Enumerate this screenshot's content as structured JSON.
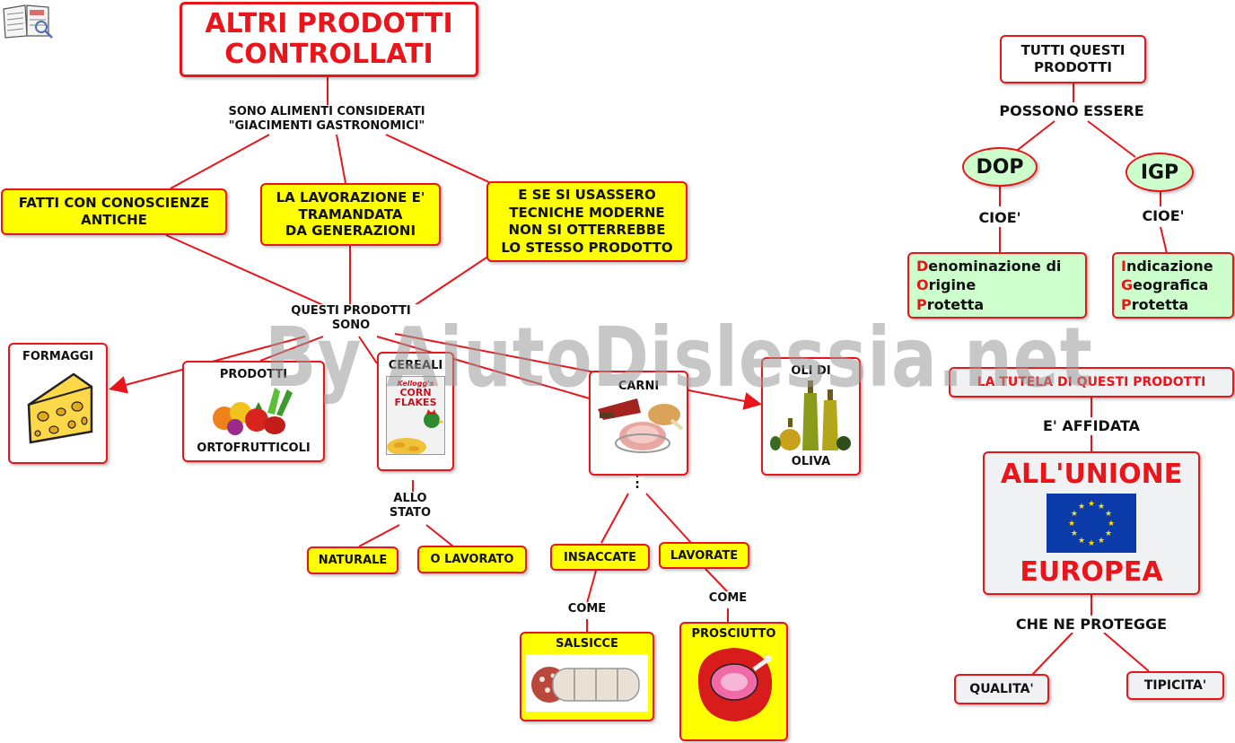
{
  "title": [
    "ALTRI PRODOTTI",
    "CONTROLLATI"
  ],
  "watermark": "By AiutoDislessia.net",
  "link_text_1": [
    "SONO ALIMENTI CONSIDERATI",
    "\"GIACIMENTI GASTRONOMICI\""
  ],
  "features": [
    [
      "FATTI CON CONOSCIENZE",
      "ANTICHE"
    ],
    [
      "LA LAVORAZIONE E'",
      "TRAMANDATA",
      "DA GENERAZIONI"
    ],
    [
      "E SE SI USASSERO",
      "TECNICHE MODERNE",
      "NON SI OTTERREBBE",
      "LO STESSO PRODOTTO"
    ]
  ],
  "link_text_2": [
    "QUESTI PRODOTTI",
    "SONO"
  ],
  "products": {
    "formaggi": "FORMAGGI",
    "ortofrutticoli": [
      "PRODOTTI",
      "ORTOFRUTTICOLI"
    ],
    "cereali": "CEREALI",
    "cereal_pack": [
      "Kellogg's",
      "CORN",
      "FLAKES"
    ],
    "carni": "CARNI",
    "oli": [
      "OLI DI",
      "OLIVA"
    ]
  },
  "cereali_state": {
    "label": [
      "ALLO",
      "STATO"
    ],
    "options": [
      "NATURALE",
      "O LAVORATO"
    ]
  },
  "carni_dot": ":",
  "carni_types": {
    "insaccate": "INSACCATE",
    "lavorate": "LAVORATE",
    "come": "COME",
    "salsicce": "SALSICCE",
    "prosciutto": "PROSCIUTTO"
  },
  "right": {
    "tutti": [
      "TUTTI QUESTI",
      "PRODOTTI"
    ],
    "possono": "POSSONO ESSERE",
    "dop": "DOP",
    "igp": "IGP",
    "cioe": "CIOE'",
    "dop_full": [
      [
        "D",
        "enominazione di"
      ],
      [
        "O",
        "rigine"
      ],
      [
        "P",
        "rotetta"
      ]
    ],
    "igp_full": [
      [
        "I",
        "ndicazione"
      ],
      [
        "G",
        "eografica"
      ],
      [
        "P",
        "rotetta"
      ]
    ],
    "tutela": "LA TUTELA DI QUESTI PRODOTTI",
    "affidata": "E' AFFIDATA",
    "unione": [
      "ALL'UNIONE",
      "EUROPEA"
    ],
    "protegge": "CHE NE PROTEGGE",
    "qualita": "QUALITA'",
    "tipicita": "TIPICITA'"
  },
  "colors": {
    "border": "#e8151b",
    "yellow": "#ffff00",
    "green": "#ccffcc",
    "eu_blue": "#0a3ba8",
    "eu_star": "#ffde00"
  }
}
